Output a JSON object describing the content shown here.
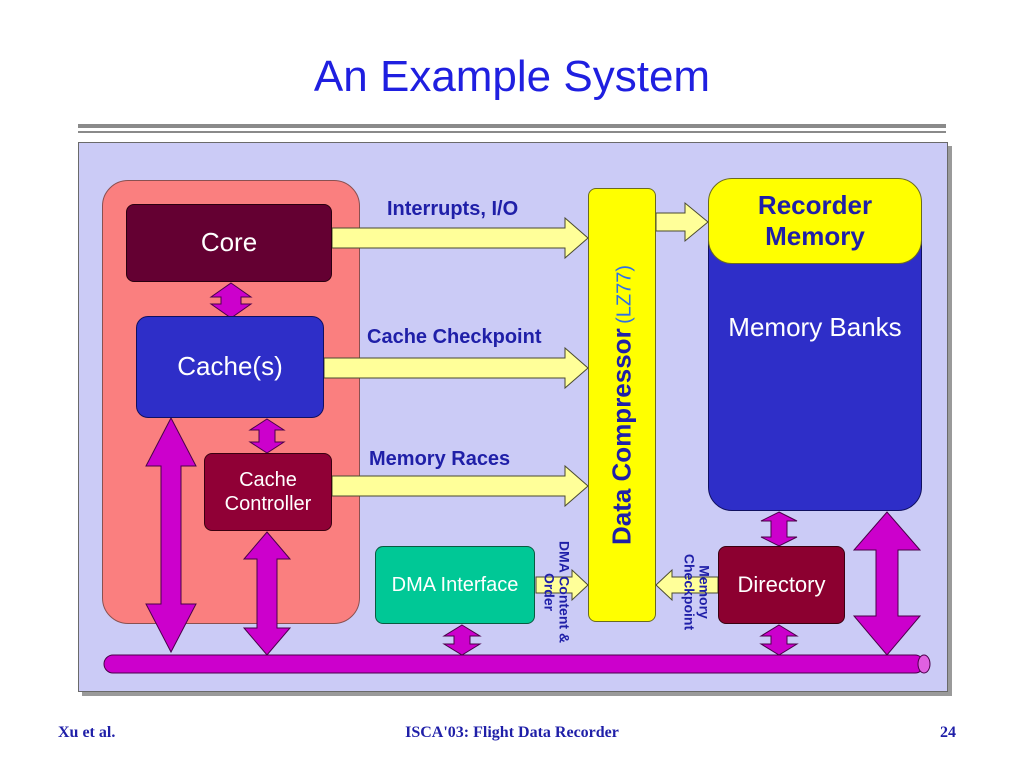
{
  "slide": {
    "title": "An Example System"
  },
  "diagram": {
    "core": "Core",
    "cache": "Cache(s)",
    "cache_controller": "Cache Controller",
    "dma_interface": "DMA Interface",
    "directory": "Directory",
    "data_compressor": "Data Compressor",
    "data_compressor_sub": "(LZ77)",
    "recorder_memory": "Recorder Memory",
    "memory_banks": "Memory Banks",
    "arrow_labels": {
      "interrupts": "Interrupts, I/O",
      "cache_checkpoint": "Cache Checkpoint",
      "memory_races": "Memory Races",
      "dma_content_order": "DMA Content & Order",
      "memory_checkpoint": "Memory Checkpoint"
    },
    "colors": {
      "bus": "#cc00cc",
      "data_arrow": "#ffff99",
      "compressor": "#ffff00",
      "panel": "#cbcbf6"
    }
  },
  "footer": {
    "author": "Xu et al.",
    "venue": "ISCA'03: Flight Data Recorder",
    "page": "24"
  }
}
